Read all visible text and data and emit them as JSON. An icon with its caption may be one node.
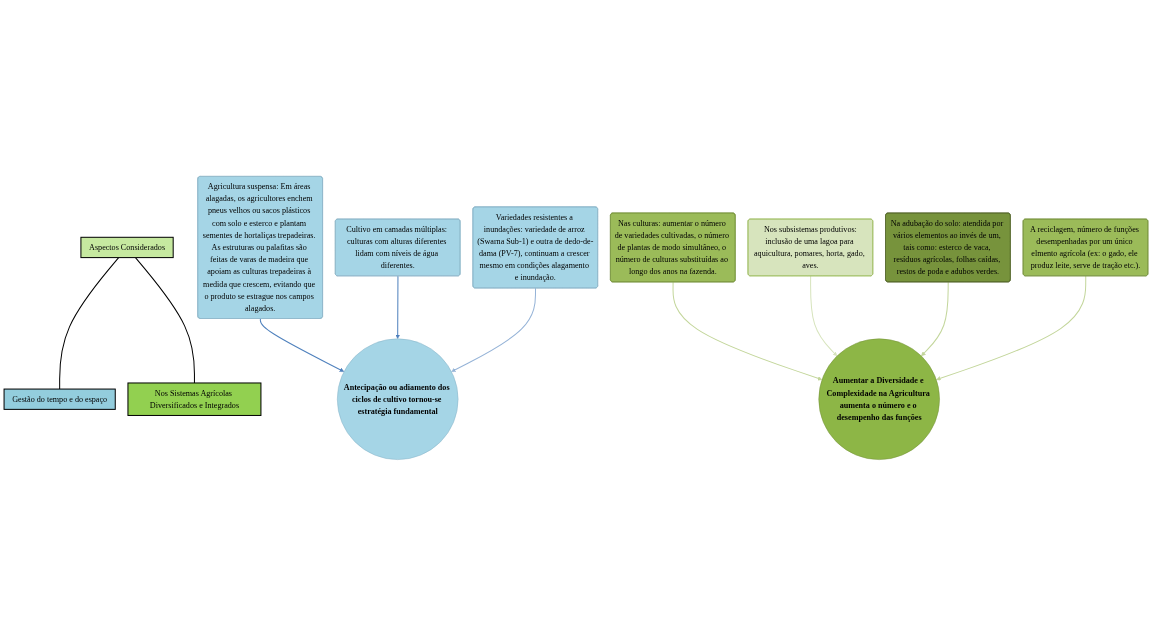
{
  "diagram": {
    "nodes": [
      {
        "text": [
          "Aspectos Considerados"
        ]
      },
      {
        "text": [
          "Gestão do tempo e do espaço"
        ]
      },
      {
        "text": [
          "Nos Sistemas Agrícolas Diversificados e Integrados"
        ]
      },
      {
        "text": [
          "Agricultura suspensa: Em áreas alagadas, os agricultores enchem pneus velhos ou sacos plásticos com solo e esterco e plantam sementes de hortaliças trepadeiras. As estruturas ou palafitas são feitas de varas de madeira que apoiam as culturas trepadeiras à medida que crescem, evitando que o produto se estrague nos campos alagados."
        ]
      },
      {
        "text": [
          "Cultivo em camadas múltiplas: culturas com alturas diferentes lidam com níveis de água diferentes."
        ]
      },
      {
        "text": [
          "Antecipação ou adiamento dos ciclos de cultivo tornou-se estratégia fundamental"
        ]
      },
      {
        "text": [
          "Variedades resistentes a inundações: variedade de arroz (Swarna Sub-1) e outra de dedo-de-dama (PV-7), continuam a crescer mesmo em condições alagamento e inundação."
        ]
      },
      {
        "text": [
          "Nas culturas: aumentar o número de variedades cultivadas, o número de plantas de modo simultâneo, o número de culturas substituídas ao longo dos anos na fazenda."
        ]
      },
      {
        "text": [
          "Nos subsistemas produtivos:",
          "inclusão de uma lagoa para aquicultura, pomares, horta, gado, aves."
        ]
      },
      {
        "text": [
          "Na adubação do solo: atendida por vários elementos ao invés de um, tais como: esterco de vaca, resíduos agrícolas, folhas caídas, restos de poda e adubos verdes."
        ]
      },
      {
        "text": [
          "Aumentar a Diversidade e Complexidade na Agricultura aumenta o número e o desempenho das funções"
        ]
      },
      {
        "text": [
          "A reciclagem, número de funções desempenhadas por um único elmento agrícola (ex: o gado, ele produz leite, serve de tração etc.)."
        ]
      }
    ],
    "edges": [
      {
        "from": 0,
        "to": 1,
        "arrow": "none",
        "color": "#000000"
      },
      {
        "from": 0,
        "to": 2,
        "arrow": "none",
        "color": "#000000"
      },
      {
        "from": 3,
        "to": 5,
        "arrow": "to",
        "color": "#4f81bd"
      },
      {
        "from": 4,
        "to": 5,
        "arrow": "to",
        "color": "#4f81bd"
      },
      {
        "from": 6,
        "to": 5,
        "arrow": "to",
        "color": "#95b3d7"
      },
      {
        "from": 7,
        "to": 10,
        "arrow": "to",
        "color": "#c3d69b"
      },
      {
        "from": 8,
        "to": 10,
        "arrow": "to",
        "color": "#d7e4bd"
      },
      {
        "from": 9,
        "to": 10,
        "arrow": "to",
        "color": "#c3d69b"
      },
      {
        "from": 11,
        "to": 10,
        "arrow": "to",
        "color": "#c3d69b"
      }
    ]
  }
}
